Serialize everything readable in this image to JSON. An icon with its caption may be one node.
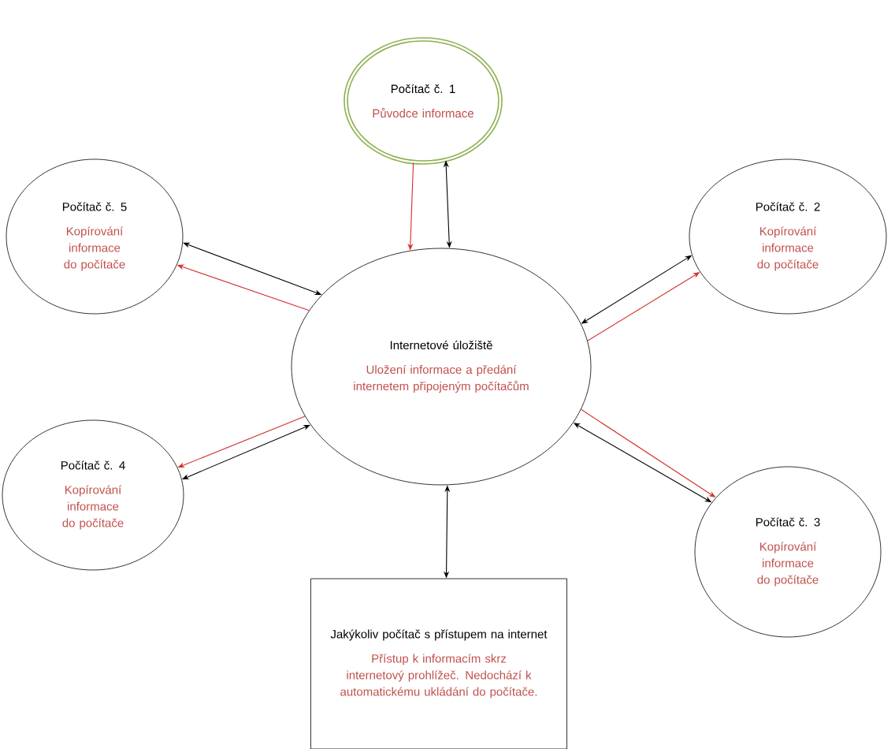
{
  "diagram": {
    "nodes": [
      {
        "text": [
          "Počítač č. 1",
          "Původce informace"
        ]
      },
      {
        "text": [
          "Počítač č. 5",
          "Kopírování informace do počítače"
        ]
      },
      {
        "text": [
          "Počítač č. 2",
          "Kopírování informace do počítače"
        ]
      },
      {
        "text": [
          "Internetové úložiště",
          "Uložení informace a předání internetem připojeným počítačům"
        ]
      },
      {
        "text": [
          "Počítač č. 4",
          "Kopírování informace do počítače"
        ]
      },
      {
        "text": [
          "Počítač č. 3",
          "Kopírování informace do počítače"
        ]
      },
      {
        "text": [
          "Jakýkoliv počítač s přístupem na internet",
          "Přístup k informacím skrz internetový prohlížeč. Nedochází k automatickému ukládání do počítače."
        ]
      }
    ],
    "edges": [
      {
        "from": 0,
        "to": 3,
        "arrow": "to",
        "color": "#d0312d"
      },
      {
        "from": 0,
        "to": 3,
        "arrow": "both"
      },
      {
        "from": 1,
        "to": 3,
        "arrow": "both"
      },
      {
        "from": 3,
        "to": 1,
        "arrow": "to",
        "color": "#d0312d"
      },
      {
        "from": 2,
        "to": 3,
        "arrow": "both"
      },
      {
        "from": 3,
        "to": 2,
        "arrow": "to",
        "color": "#d0312d"
      },
      {
        "from": 3,
        "to": 4,
        "arrow": "to",
        "color": "#d0312d"
      },
      {
        "from": 4,
        "to": 3,
        "arrow": "both"
      },
      {
        "from": 3,
        "to": 5,
        "arrow": "to",
        "color": "#d0312d"
      },
      {
        "from": 3,
        "to": 5,
        "arrow": "both"
      },
      {
        "from": 3,
        "to": 6,
        "arrow": "both"
      }
    ]
  }
}
